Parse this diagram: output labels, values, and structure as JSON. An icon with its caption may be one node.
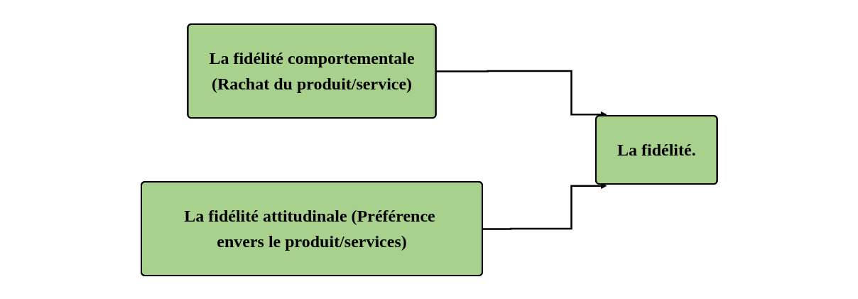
{
  "diagram": {
    "nodes": [
      {
        "text": [
          "La fidélité comportementale",
          "(Rachat du produit/service)"
        ]
      },
      {
        "text": [
          "La fidélité attitudinale (Préférence envers le produit/services)"
        ]
      },
      {
        "text": [
          "La fidélité."
        ]
      }
    ],
    "edges": [
      {
        "from": 0,
        "to": 2,
        "arrow": "to"
      },
      {
        "from": 1,
        "to": 2,
        "arrow": "to"
      }
    ]
  }
}
